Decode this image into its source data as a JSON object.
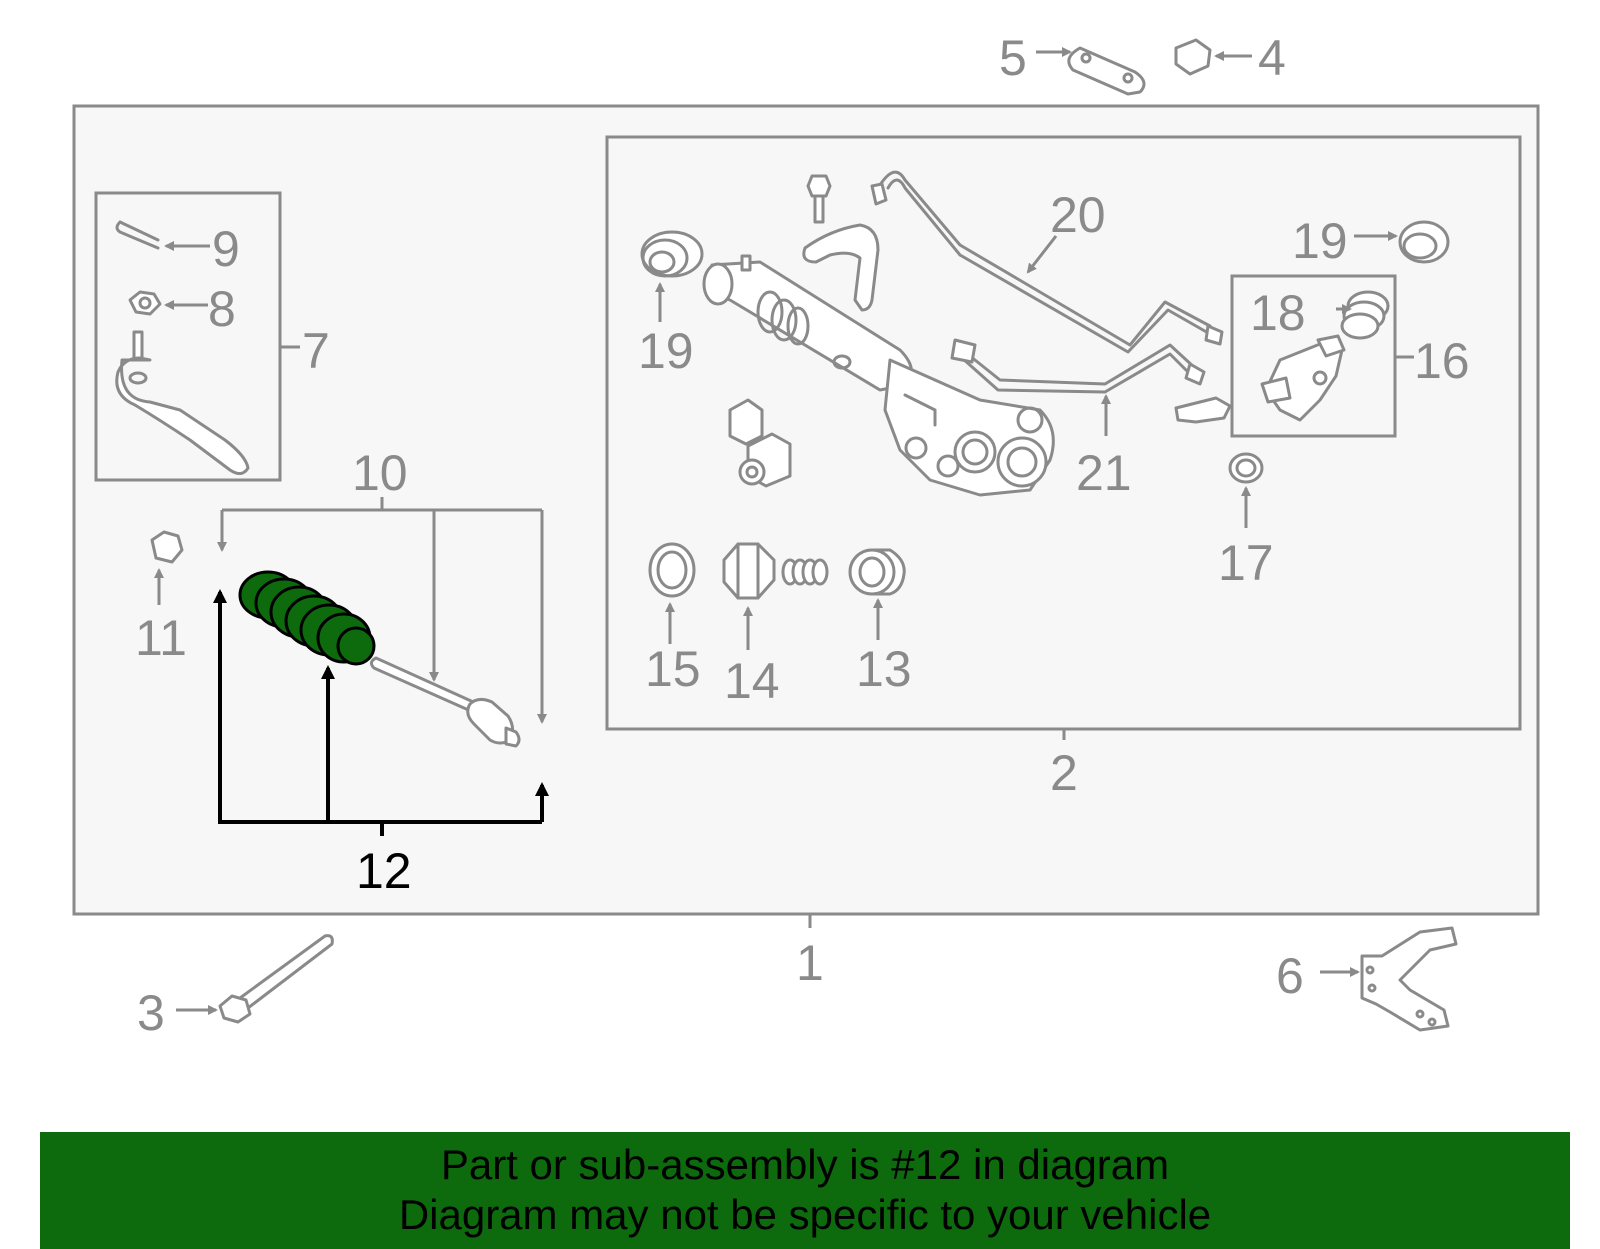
{
  "colors": {
    "highlight_fill": "#0d6b0d",
    "banner_bg": "#0d6b0d",
    "line_gray": "#8a8a8a",
    "panel_bg": "#f7f7f7"
  },
  "labels": {
    "n1": "1",
    "n2": "2",
    "n3": "3",
    "n4": "4",
    "n5": "5",
    "n6": "6",
    "n7": "7",
    "n8": "8",
    "n9": "9",
    "n10": "10",
    "n11": "11",
    "n12": "12",
    "n13": "13",
    "n14": "14",
    "n15": "15",
    "n16": "16",
    "n17": "17",
    "n18": "18",
    "n19a": "19",
    "n19b": "19",
    "n20": "20",
    "n21": "21"
  },
  "banner": {
    "line1": "Part or sub-assembly is #12 in diagram",
    "line2": "Diagram may not be specific to your vehicle"
  }
}
